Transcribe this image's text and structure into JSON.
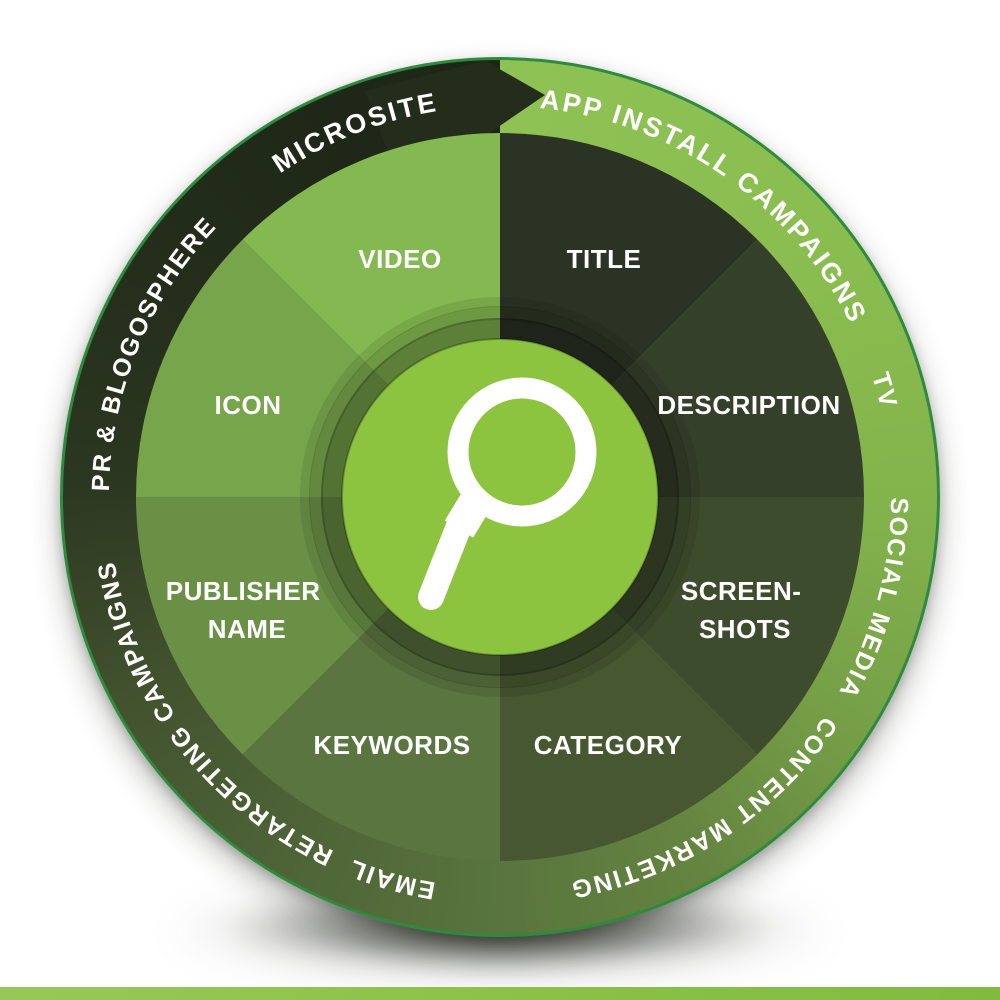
{
  "wheel": {
    "ring": {
      "rim_color": "#2e8a3c",
      "gradient_start_color": "#8fc254",
      "gradient_end_color": "#1e2617",
      "arrow_color": "#242d1c",
      "text_color": "#ffffff",
      "labels": [
        {
          "text": "APP INSTALL CAMPAIGNS"
        },
        {
          "text": "TV"
        },
        {
          "text": "SOCIAL MEDIA"
        },
        {
          "text": "CONTENT MARKETING"
        },
        {
          "text": "EMAIL"
        },
        {
          "text": "RETARGETING CAMPAIGNS"
        },
        {
          "text": "PR & BLOGOSPHERE"
        },
        {
          "text": "MICROSITE"
        }
      ]
    },
    "segments": [
      {
        "label": "TITLE",
        "line2": "",
        "color": "#2b3424"
      },
      {
        "label": "DESCRIPTION",
        "line2": "",
        "color": "#35402a"
      },
      {
        "label": "SCREEN-",
        "line2": "SHOTS",
        "color": "#3e4c2e"
      },
      {
        "label": "CATEGORY",
        "line2": "",
        "color": "#465731"
      },
      {
        "label": "KEYWORDS",
        "line2": "",
        "color": "#5b7540"
      },
      {
        "label": "PUBLISHER",
        "line2": "NAME",
        "color": "#6a9046"
      },
      {
        "label": "ICON",
        "line2": "",
        "color": "#76a54b"
      },
      {
        "label": "VIDEO",
        "line2": "",
        "color": "#84b850"
      }
    ],
    "center": {
      "icon": "search-magnifier-icon",
      "circle_color": "#8cc440",
      "icon_color": "#ffffff"
    },
    "segment_text_color": "#ffffff"
  },
  "footer": {
    "bar_color_left": "#97c857",
    "bar_color_right": "#80bb40"
  }
}
